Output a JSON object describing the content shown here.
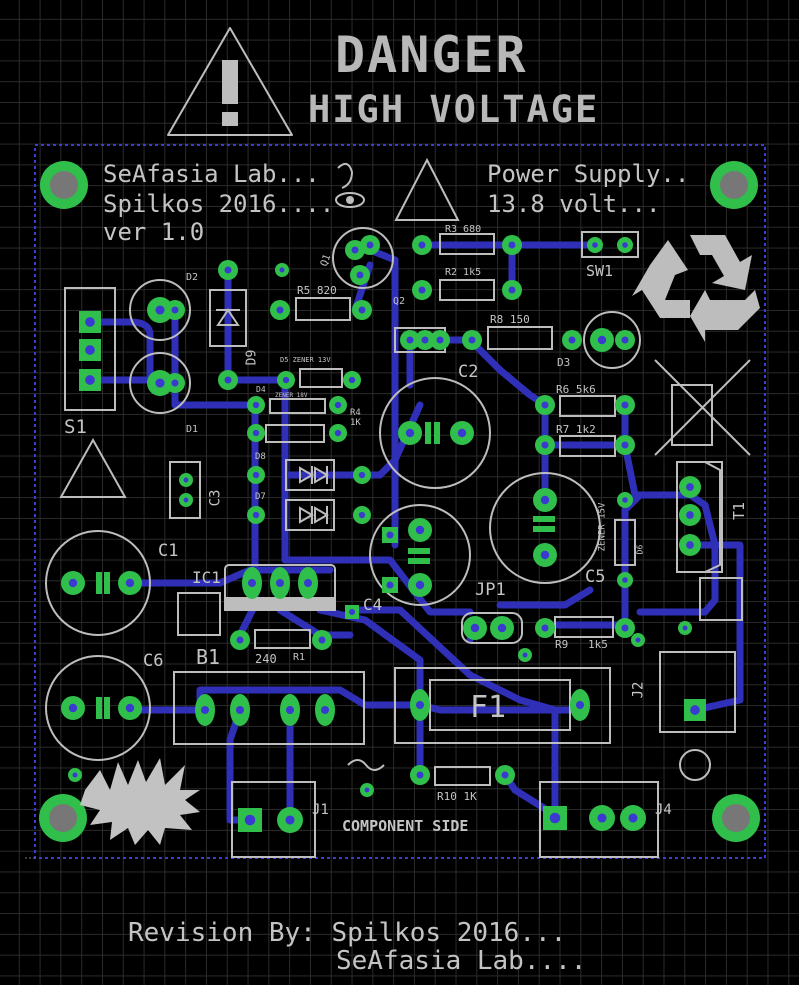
{
  "header": {
    "danger": "DANGER",
    "voltage": "HIGH VOLTAGE"
  },
  "info": {
    "lab": "SeAfasia Lab...",
    "author": "Spilkos 2016....",
    "version": "ver 1.0",
    "product": "Power Supply..",
    "volt": "13.8 volt..."
  },
  "footer": {
    "revision": "Revision By: Spilkos 2016...",
    "lab": "SeAfasia Lab...."
  },
  "board": {
    "side_label": "COMPONENT SIDE"
  },
  "labels": {
    "S1": "S1",
    "D1": "D1",
    "D2": "D2",
    "D9": "D9",
    "Q1": "Q1",
    "Q2": "Q2",
    "R5": "R5  820",
    "R3": "R3 680",
    "R2": "R2 1k5",
    "R8": "R8  150",
    "SW1": "SW1",
    "D3": "D3",
    "C2": "C2",
    "D5": "D5 ZENER 13V",
    "D4": "D4",
    "D4z": "ZENER 18V",
    "R4": "R4",
    "R4v": "1K",
    "D8": "D8",
    "D7": "D7",
    "C3": "C3",
    "R6": "R6  5k6",
    "R7": "R7  1k2",
    "D6": "D6",
    "D6z": "ZENER 15V",
    "T1": "T1",
    "C1": "C1",
    "IC1": "IC1",
    "C4": "C4",
    "JP1": "JP1",
    "C5": "C5",
    "R9": "R9",
    "R9v": "1k5",
    "C6": "C6",
    "B1": "B1",
    "R1v": "240",
    "R1": "R1",
    "F1": "F1",
    "R10": "R10  1K",
    "J1": "J1",
    "J2": "J2",
    "J4": "J4"
  },
  "colors": {
    "pad": "#2fbf4a",
    "trace": "#2f2fb8",
    "silk": "#bdbdbd",
    "border": "#3b3bd6",
    "background": "#000000"
  }
}
